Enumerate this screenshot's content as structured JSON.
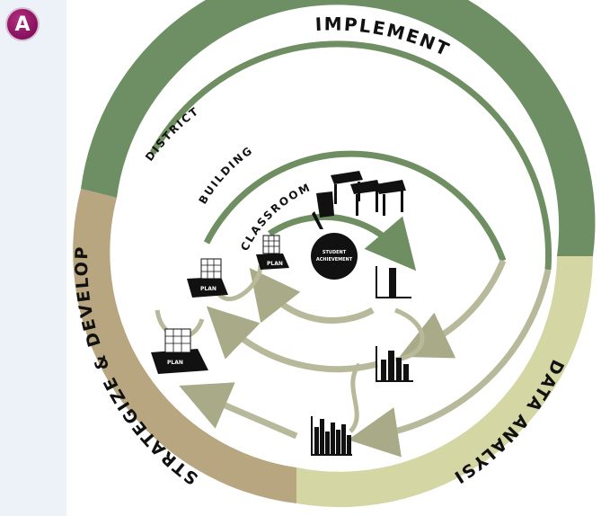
{
  "badge": {
    "letter": "A"
  },
  "outer_ring": {
    "segments": [
      {
        "label": "IMPLEMENT",
        "color": "#6d8f63"
      },
      {
        "label": "DATA ANALYSIS",
        "color": "#d4d6a3"
      },
      {
        "label": "STRATEGIZE & DEVELOP",
        "color": "#b7a67f"
      }
    ]
  },
  "levels": [
    "DISTRICT",
    "BUILDING",
    "CLASSROOM"
  ],
  "center": {
    "label_line1": "STUDENT",
    "label_line2": "ACHIEVEMENT"
  },
  "plan_label": "PLAN",
  "colors": {
    "arrow_dark": "#6f8f63",
    "arrow_light": "#b8b99a",
    "black": "#111111"
  }
}
